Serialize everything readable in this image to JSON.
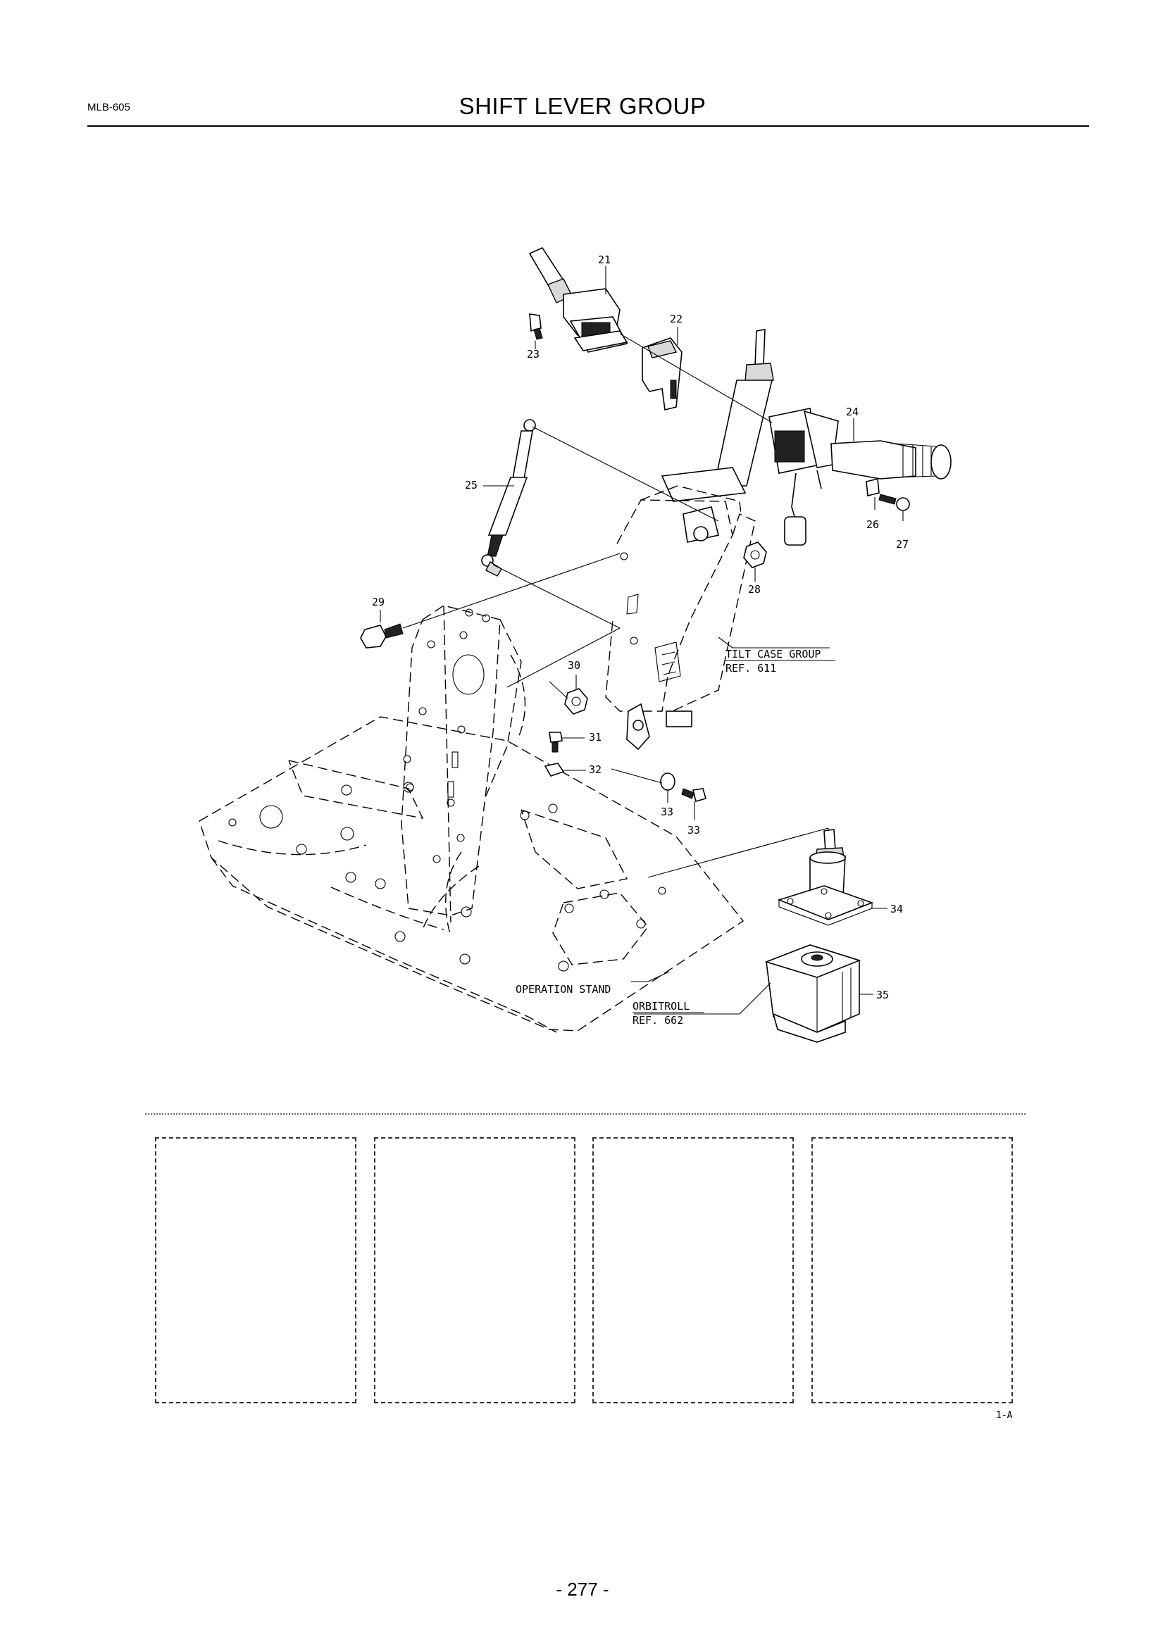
{
  "header": {
    "doc_code": "MLB-605",
    "title": "SHIFT LEVER GROUP"
  },
  "diagram": {
    "callouts": [
      "21",
      "22",
      "23",
      "24",
      "25",
      "26",
      "27",
      "28",
      "29",
      "30",
      "31",
      "32",
      "33",
      "33",
      "34",
      "35"
    ],
    "references": [
      {
        "name": "TILT CASE GROUP",
        "ref": "REF. 611"
      },
      {
        "name": "ORBITROLL",
        "ref": "REF. 662"
      }
    ],
    "component_label": "OPERATION STAND"
  },
  "notes_boxes": [
    "",
    "",
    "",
    ""
  ],
  "figure_id": "1-A",
  "footer": {
    "page_number": "- 277 -"
  }
}
